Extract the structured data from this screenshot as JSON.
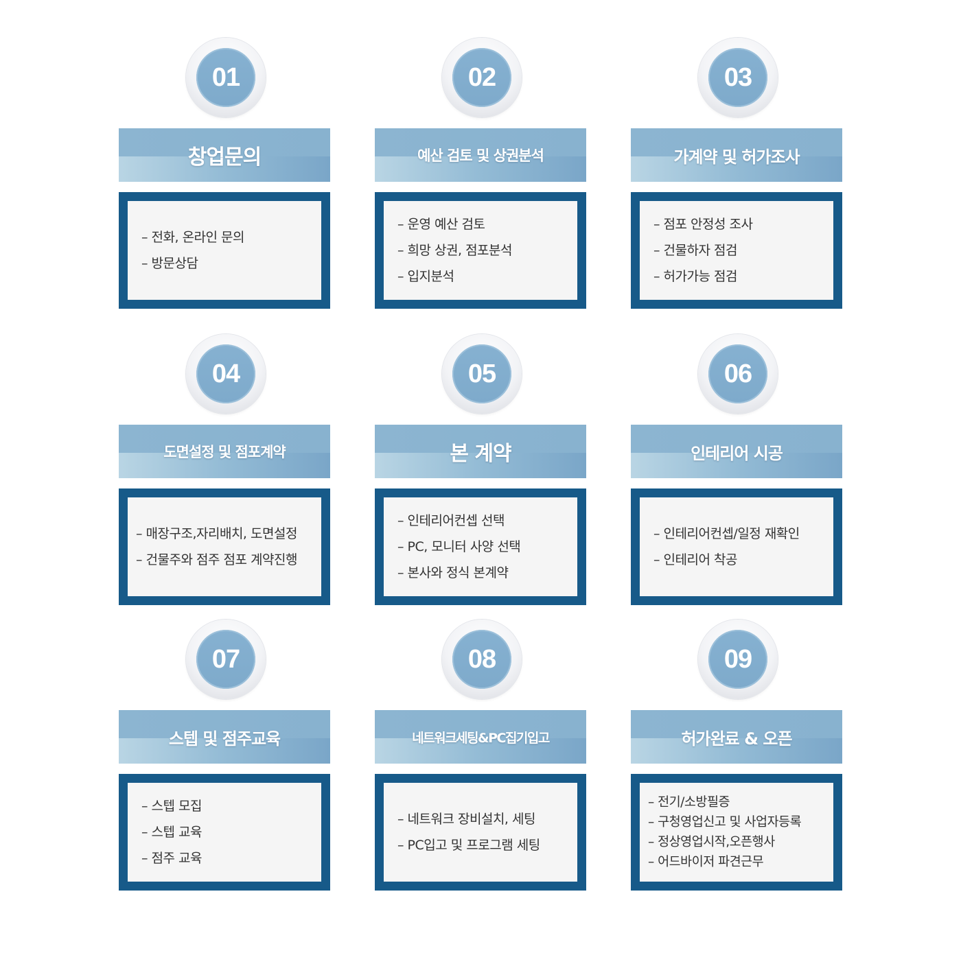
{
  "steps": [
    {
      "number": "01",
      "title": "창업문의",
      "items": [
        "– 전화, 온라인 문의",
        "– 방문상담"
      ]
    },
    {
      "number": "02",
      "title": "예산 검토 및 상권분석",
      "items": [
        "– 운영 예산 검토",
        "– 희망 상권, 점포분석",
        "– 입지분석"
      ]
    },
    {
      "number": "03",
      "title": "가계약 및 허가조사",
      "items": [
        "– 점포 안정성 조사",
        "– 건물하자 점검",
        "– 허가가능 점검"
      ]
    },
    {
      "number": "04",
      "title": "도면설정 및 점포계약",
      "items": [
        "– 매장구조,자리배치, 도면설정",
        "– 건물주와 점주 점포 계약진행"
      ]
    },
    {
      "number": "05",
      "title": "본 계약",
      "items": [
        "– 인테리어컨셉 선택",
        "– PC, 모니터 사양 선택",
        "– 본사와 정식 본계약"
      ]
    },
    {
      "number": "06",
      "title": "인테리어 시공",
      "items": [
        "– 인테리어컨셉/일정 재확인",
        "– 인테리어 착공"
      ]
    },
    {
      "number": "07",
      "title": "스텝 및 점주교육",
      "items": [
        "– 스텝 모집",
        "– 스텝 교육",
        "– 점주 교육"
      ]
    },
    {
      "number": "08",
      "title": "네트워크세팅&PC집기입고",
      "items": [
        "– 네트워크 장비설치, 세팅",
        "– PC입고 및 프로그램 세팅"
      ]
    },
    {
      "number": "09",
      "title": "허가완료 & 오픈",
      "items": [
        "– 전기/소방필증",
        "– 구청영업신고 및 사업자등록",
        "– 정상영업시작,오픈행사",
        "– 어드바이저 파견근무"
      ]
    }
  ]
}
